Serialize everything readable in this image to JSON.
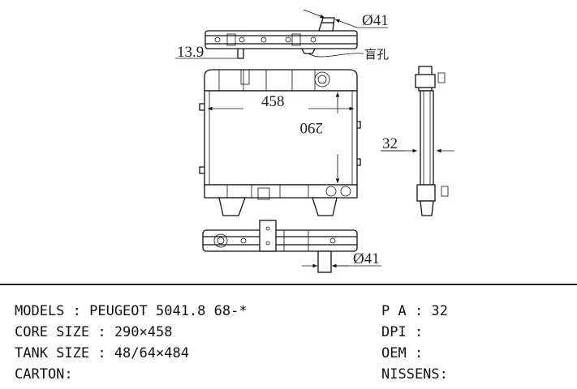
{
  "dimensions": {
    "inlet_diameter": "Ø41",
    "offset": "13.9",
    "blind_hole_label": "盲孔",
    "core_width": "458",
    "core_height": "290",
    "thickness": "32",
    "outlet_diameter": "Ø41"
  },
  "specs": {
    "models": "MODELS : PEUGEOT 5041.8 68-*",
    "core_size": "CORE SIZE : 290×458",
    "tank_size": "TANK SIZE : 48/64×484",
    "carton": "CARTON:",
    "pa": "P A : 32",
    "dpi": "DPI :",
    "oem": "OEM :",
    "nissens": "NISSENS:"
  }
}
